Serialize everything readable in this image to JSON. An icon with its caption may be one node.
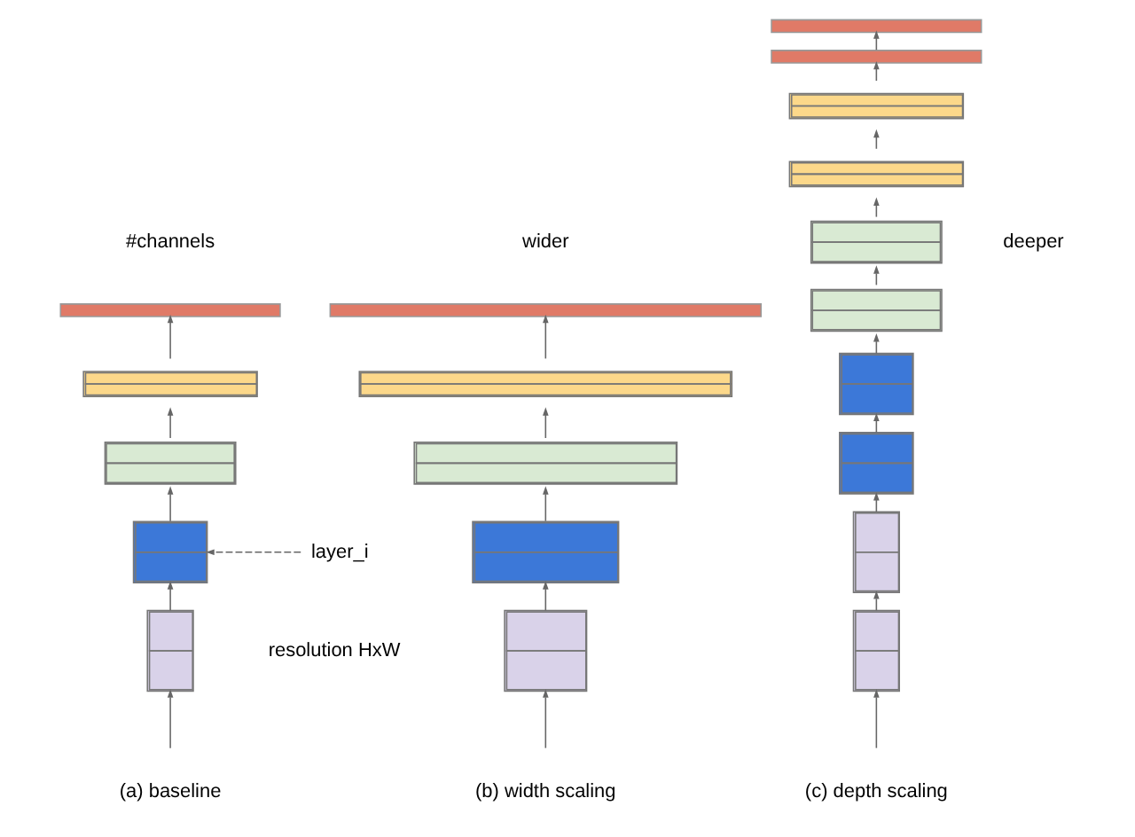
{
  "diagram": {
    "nodes": [
      {
        "text": [],
        "shape": "bar"
      },
      {
        "text": [],
        "shape": "box"
      },
      {
        "text": [],
        "shape": "box"
      },
      {
        "text": [],
        "shape": "box"
      },
      {
        "text": [],
        "shape": "box"
      },
      {
        "text": [],
        "shape": "bar"
      },
      {
        "text": [],
        "shape": "box"
      },
      {
        "text": [],
        "shape": "box"
      },
      {
        "text": [],
        "shape": "box"
      },
      {
        "text": [],
        "shape": "box"
      },
      {
        "text": [],
        "shape": "bar"
      },
      {
        "text": [],
        "shape": "bar"
      },
      {
        "text": [],
        "shape": "box"
      },
      {
        "text": [],
        "shape": "box"
      },
      {
        "text": [],
        "shape": "box"
      },
      {
        "text": [],
        "shape": "box"
      },
      {
        "text": [],
        "shape": "box"
      },
      {
        "text": [],
        "shape": "box"
      },
      {
        "text": [],
        "shape": "box"
      },
      {
        "text": [],
        "shape": "box"
      },
      {
        "text": [
          "layer_i"
        ]
      }
    ],
    "edges": [
      {
        "from": null,
        "to": 4,
        "arrow": "to"
      },
      {
        "from": 4,
        "to": 3,
        "arrow": "to"
      },
      {
        "from": 3,
        "to": 2,
        "arrow": "to"
      },
      {
        "from": 2,
        "to": 1,
        "arrow": "to"
      },
      {
        "from": 1,
        "to": 0,
        "arrow": "to"
      },
      {
        "from": null,
        "to": 9,
        "arrow": "to"
      },
      {
        "from": 9,
        "to": 8,
        "arrow": "to"
      },
      {
        "from": 8,
        "to": 7,
        "arrow": "to"
      },
      {
        "from": 7,
        "to": 6,
        "arrow": "to"
      },
      {
        "from": 6,
        "to": 5,
        "arrow": "to"
      },
      {
        "from": null,
        "to": 19,
        "arrow": "to"
      },
      {
        "from": 19,
        "to": 18,
        "arrow": "to"
      },
      {
        "from": 18,
        "to": 17,
        "arrow": "to"
      },
      {
        "from": 17,
        "to": 16,
        "arrow": "to"
      },
      {
        "from": 16,
        "to": 15,
        "arrow": "to"
      },
      {
        "from": 15,
        "to": 14,
        "arrow": "to"
      },
      {
        "from": 14,
        "to": 13,
        "arrow": "to"
      },
      {
        "from": 13,
        "to": 12,
        "arrow": "to"
      },
      {
        "from": 12,
        "to": 11,
        "arrow": "to"
      },
      {
        "from": 11,
        "to": 10,
        "arrow": "to"
      },
      {
        "from": 20,
        "to": 3,
        "arrow": "to",
        "style": "dashed"
      }
    ],
    "labels": [
      "#channels",
      "wider",
      "deeper",
      "resolution HxW",
      "(a) baseline",
      "(b) width scaling",
      "(c) depth scaling"
    ]
  }
}
